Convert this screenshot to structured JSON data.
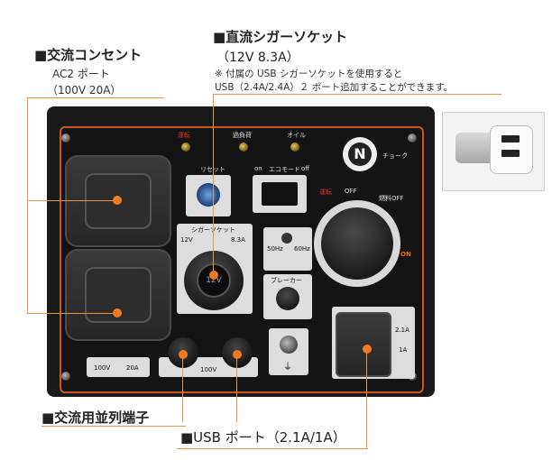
{
  "callouts": {
    "ac_outlet": {
      "title": "■交流コンセント",
      "line1": "AC2 ポート",
      "line2": "（100V 20A）"
    },
    "cigar_socket": {
      "title": "■直流シガーソケット",
      "line1": "（12V 8.3A）",
      "note1": "※ 付属の USB シガーソケットを使用すると",
      "note2": "USB（2.4A/2.4A）２ ポート追加することができます。"
    },
    "parallel_terminal": {
      "title": "■交流用並列端子"
    },
    "usb_port": {
      "title": "■USB ポート（2.1A/1A）"
    }
  },
  "panel": {
    "lamp_run": "運転",
    "lamp_overload": "過負荷",
    "lamp_oil": "オイル",
    "choke": "チョーク",
    "choke_letter": "N",
    "reset": "リセット",
    "eco_on": "on",
    "eco_label": "エコモード",
    "eco_off": "off",
    "run_label": "運転",
    "run_off": "OFF",
    "fuel_off": "燃料OFF",
    "on_label": "ON",
    "cigar_label": "シガーソケット",
    "cigar_12v": "12V",
    "cigar_83a": "8.3A",
    "socket_text": "12V",
    "hz50": "50Hz",
    "hz60": "60Hz",
    "breaker": "ブレーカー",
    "outlet_volt": "100V",
    "outlet_amp": "20A",
    "parallel_volt": "100V",
    "usb_21": "2.1A",
    "usb_1": "1A",
    "ground_symbol": "⏚"
  },
  "colors": {
    "leader": "#e8964b",
    "callout_dot": "#f07a22",
    "panel_trim": "#c9581d"
  }
}
